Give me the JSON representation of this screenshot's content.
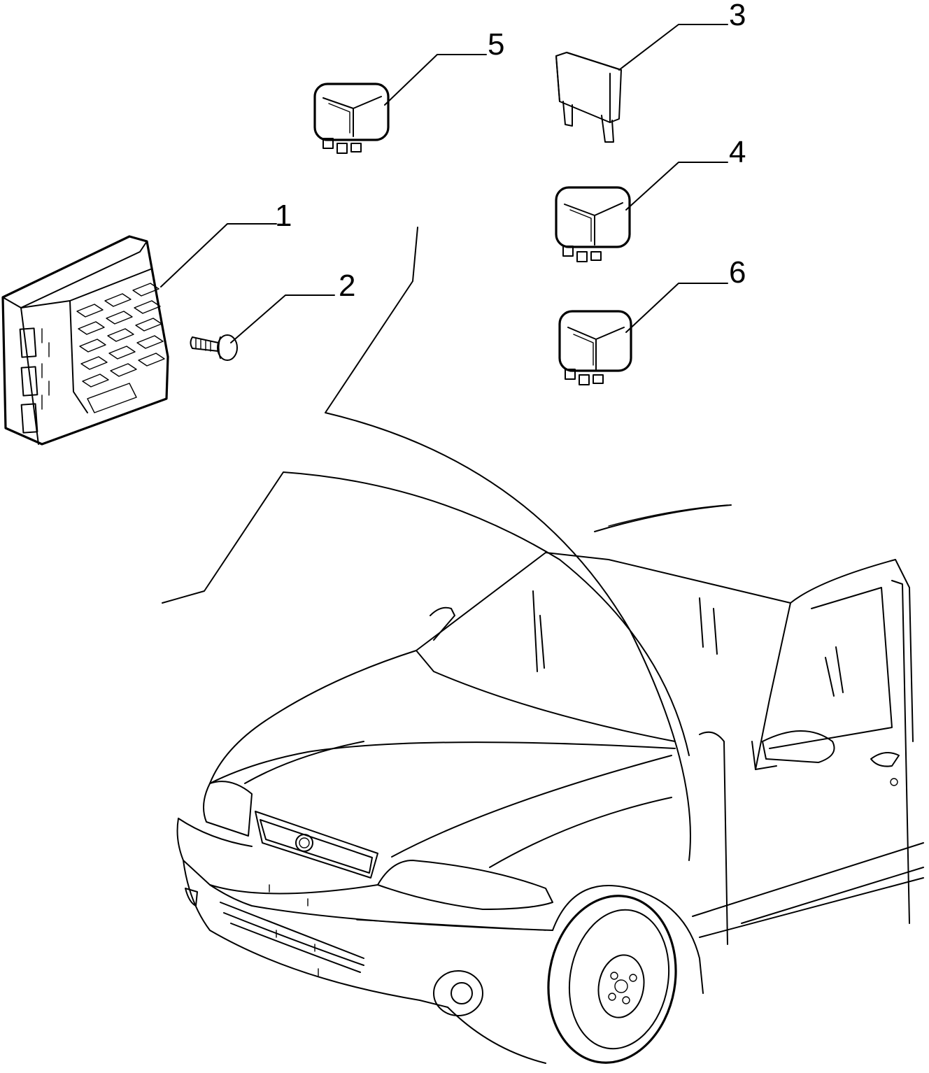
{
  "callouts": {
    "c1": "1",
    "c2": "2",
    "c3": "3",
    "c4": "4",
    "c5": "5",
    "c6": "6"
  },
  "colors": {
    "line": "#000000",
    "background": "#ffffff"
  }
}
